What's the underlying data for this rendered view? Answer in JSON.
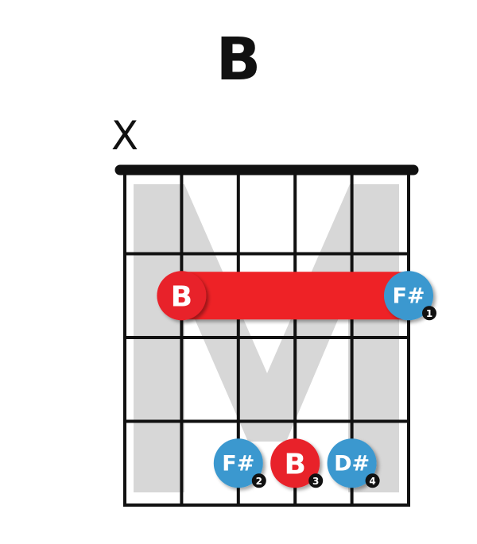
{
  "chord": {
    "name": "B",
    "colors": {
      "root": "#e8202a",
      "note": "#3b98cf",
      "barre": "#ee2027",
      "grid": "#111111",
      "watermark": "#d7d7d7"
    },
    "strings": 6,
    "frets_shown": 4,
    "string_markers": [
      {
        "string": 6,
        "text": "X"
      }
    ],
    "barre": {
      "fret": 2,
      "from_string": 5,
      "to_string": 1
    },
    "notes": [
      {
        "string": 5,
        "fret": 2,
        "label": "B",
        "kind": "root",
        "finger": ""
      },
      {
        "string": 1,
        "fret": 2,
        "label": "F#",
        "kind": "note",
        "finger": "1"
      },
      {
        "string": 4,
        "fret": 4,
        "label": "F#",
        "kind": "note",
        "finger": "2"
      },
      {
        "string": 3,
        "fret": 4,
        "label": "B",
        "kind": "root",
        "finger": "3"
      },
      {
        "string": 2,
        "fret": 4,
        "label": "D#",
        "kind": "note",
        "finger": "4"
      }
    ]
  }
}
